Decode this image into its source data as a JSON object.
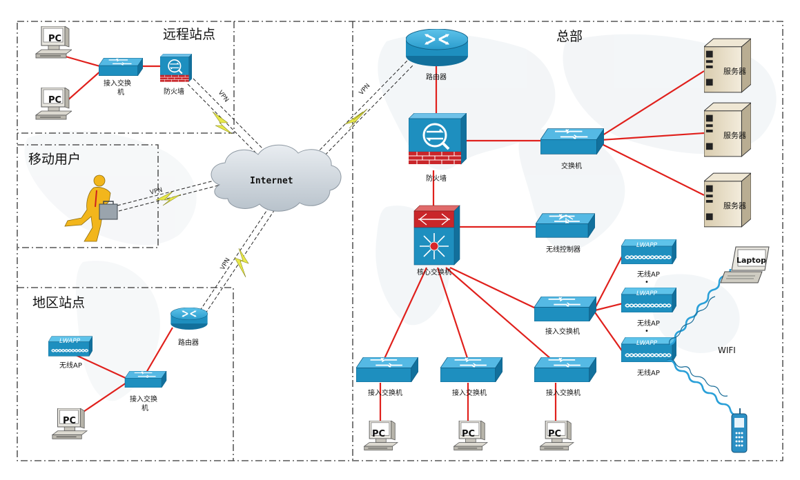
{
  "regions": {
    "remote_site": "远程站点",
    "mobile_users": "移动用户",
    "regional_site": "地区站点",
    "headquarters": "总部"
  },
  "cloud": "Internet",
  "vpn": "VPN",
  "remote": {
    "pc1": "PC",
    "pc2": "PC",
    "switch": [
      "接入交换",
      "机"
    ],
    "firewall": "防火墙"
  },
  "regional": {
    "router": "路由器",
    "ap": "无线AP",
    "ap_logo": "LWAPP",
    "switch": [
      "接入交换",
      "机"
    ],
    "pc": "PC"
  },
  "hq": {
    "router": "路由器",
    "firewall": "防火墙",
    "switch": "交换机",
    "server": "服务器",
    "core_switch": "核心交换机",
    "wlc": "无线控制器",
    "access_switch": "接入交换机",
    "ap": "无线AP",
    "ap_logo": "LWAPP",
    "ap_dot": "•",
    "laptop": "Laptop",
    "wifi": "WIFI",
    "pc": "PC"
  },
  "colors": {
    "link": "#e0201c",
    "device_blue": "#1e8fbf",
    "device_dark": "#0f5f86",
    "vpn_bolt": "#e8e84a",
    "wifi": "#2aa0d8"
  }
}
